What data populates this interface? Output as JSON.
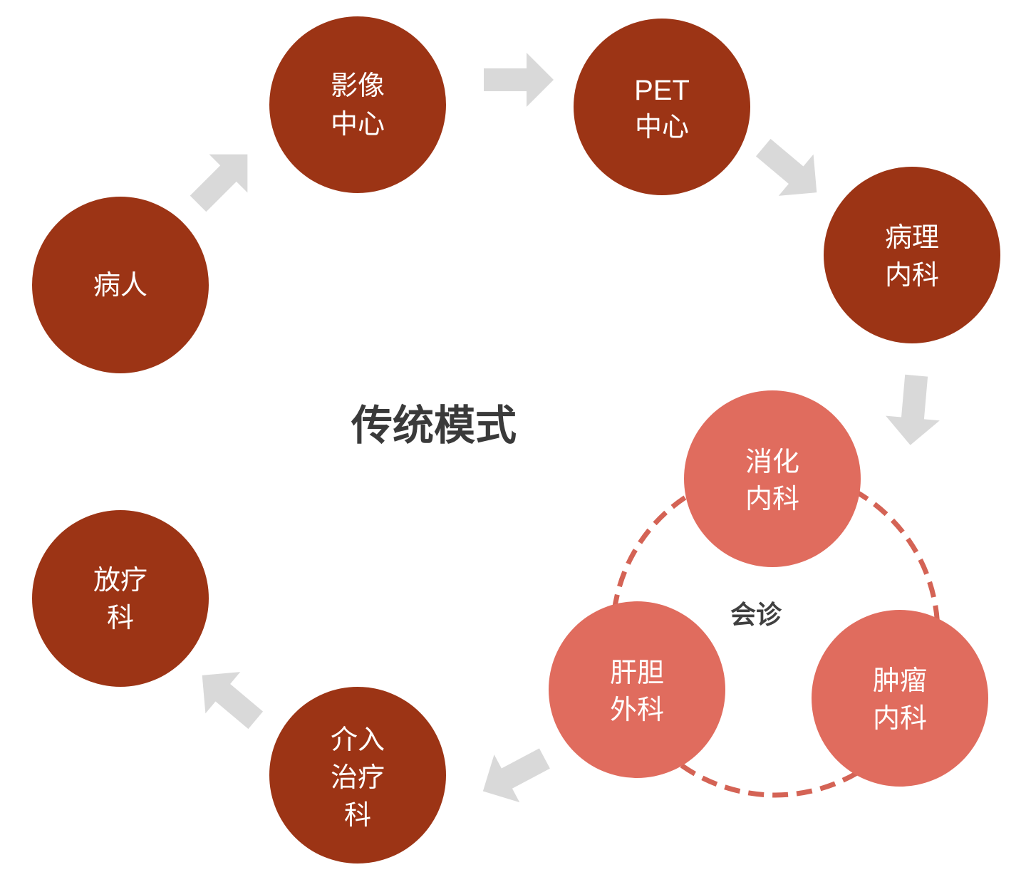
{
  "title": "传统模式",
  "consultation_label": "会诊",
  "colors": {
    "dark_node": "#9c3415",
    "light_node": "#e06c5e",
    "arrow": "#d9d9d9",
    "dashed_ring": "#d46355"
  },
  "nodes": {
    "patient": {
      "lines": [
        "病人"
      ]
    },
    "imaging": {
      "lines": [
        "影像",
        "中心"
      ]
    },
    "pet": {
      "lines": [
        "PET",
        "中心"
      ]
    },
    "pathology": {
      "lines": [
        "病理",
        "内科"
      ]
    },
    "gastro": {
      "lines": [
        "消化",
        "内科"
      ]
    },
    "hepatobiliary": {
      "lines": [
        "肝胆",
        "外科"
      ]
    },
    "oncology": {
      "lines": [
        "肿瘤",
        "内科"
      ]
    },
    "interventional": {
      "lines": [
        "介入",
        "治疗",
        "科"
      ]
    },
    "radiotherapy": {
      "lines": [
        "放疗",
        "科"
      ]
    }
  }
}
